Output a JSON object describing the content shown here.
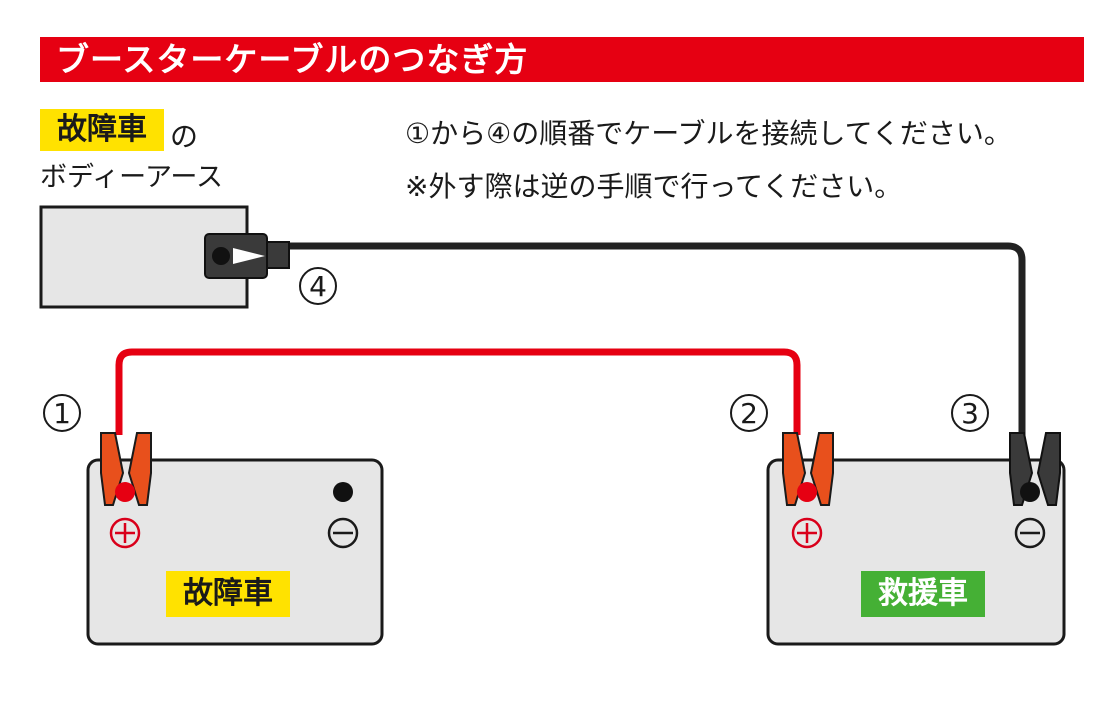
{
  "title": "ブースターケーブルのつなぎ方",
  "body_label": {
    "highlight": "故障車",
    "suffix": "の",
    "line2": "ボディーアース"
  },
  "instructions": {
    "line1": "①から④の順番でケーブルを接続してください。",
    "line2": "※外す際は逆の手順で行ってください。"
  },
  "steps": [
    "1",
    "2",
    "3",
    "4"
  ],
  "batteries": {
    "left_label": "故障車",
    "right_label": "救援車",
    "plus_symbol": "+",
    "minus_symbol": "−"
  },
  "colors": {
    "title_bar": "#e60012",
    "positive_cable": "#e60012",
    "negative_cable": "#222222",
    "broken_car_badge": "#ffe200",
    "rescue_car_badge": "#45b035"
  }
}
